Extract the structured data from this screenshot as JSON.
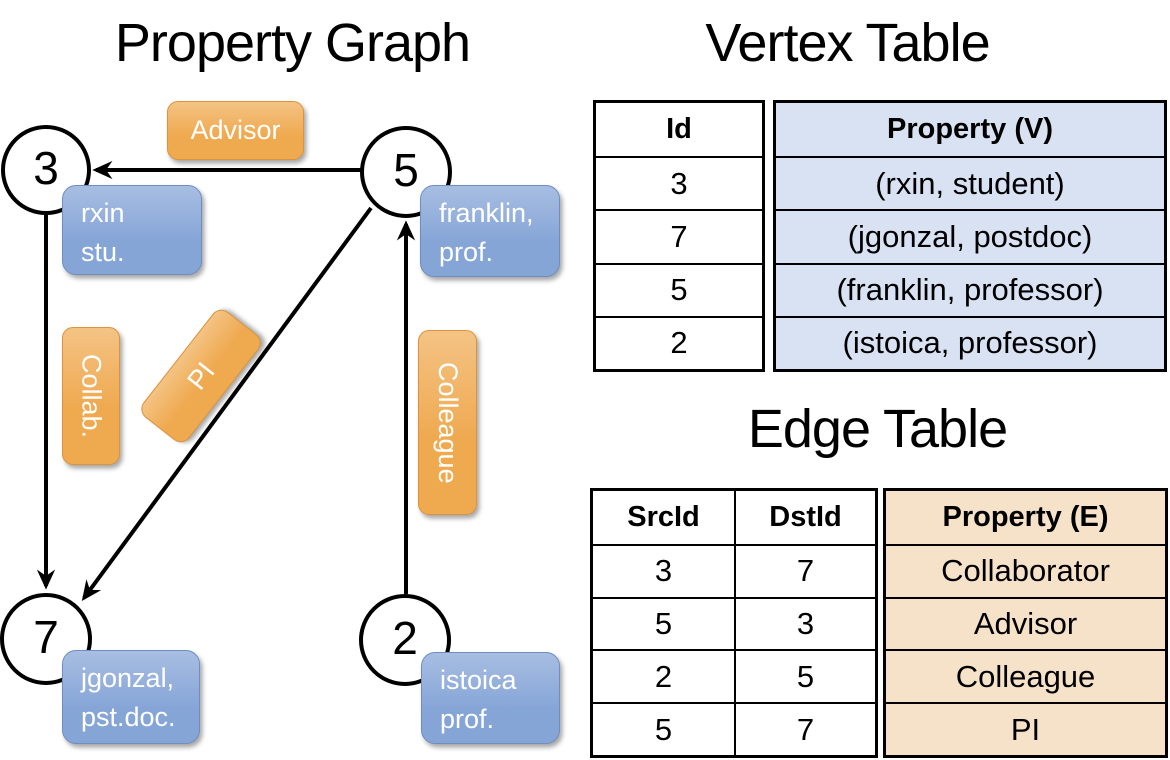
{
  "graph": {
    "title": "Property Graph",
    "nodes": {
      "n3": {
        "id": "3",
        "label1": "rxin",
        "label2": "stu."
      },
      "n5": {
        "id": "5",
        "label1": "franklin,",
        "label2": "prof."
      },
      "n7": {
        "id": "7",
        "label1": "jgonzal,",
        "label2": "pst.doc."
      },
      "n2": {
        "id": "2",
        "label1": "istoica",
        "label2": "prof."
      }
    },
    "edge_labels": {
      "advisor": "Advisor",
      "collab": "Collab.",
      "pi": "PI",
      "colleague": "Colleague"
    }
  },
  "vertex_table": {
    "title": "Vertex Table",
    "col_id": "Id",
    "col_property": "Property (V)",
    "rows": [
      {
        "id": "3",
        "property": "(rxin, student)"
      },
      {
        "id": "7",
        "property": "(jgonzal, postdoc)"
      },
      {
        "id": "5",
        "property": "(franklin, professor)"
      },
      {
        "id": "2",
        "property": "(istoica, professor)"
      }
    ]
  },
  "edge_table": {
    "title": "Edge Table",
    "col_src": "SrcId",
    "col_dst": "DstId",
    "col_property": "Property (E)",
    "rows": [
      {
        "src": "3",
        "dst": "7",
        "property": "Collaborator"
      },
      {
        "src": "5",
        "dst": "3",
        "property": "Advisor"
      },
      {
        "src": "2",
        "dst": "5",
        "property": "Colleague"
      },
      {
        "src": "5",
        "dst": "7",
        "property": "PI"
      }
    ]
  },
  "colors": {
    "edge_label_fill": "#EFA94F",
    "vertex_label_fill": "#86A5D7",
    "vertex_col_bg": "#D9E2F3",
    "edge_col_bg": "#F6E2C8"
  }
}
